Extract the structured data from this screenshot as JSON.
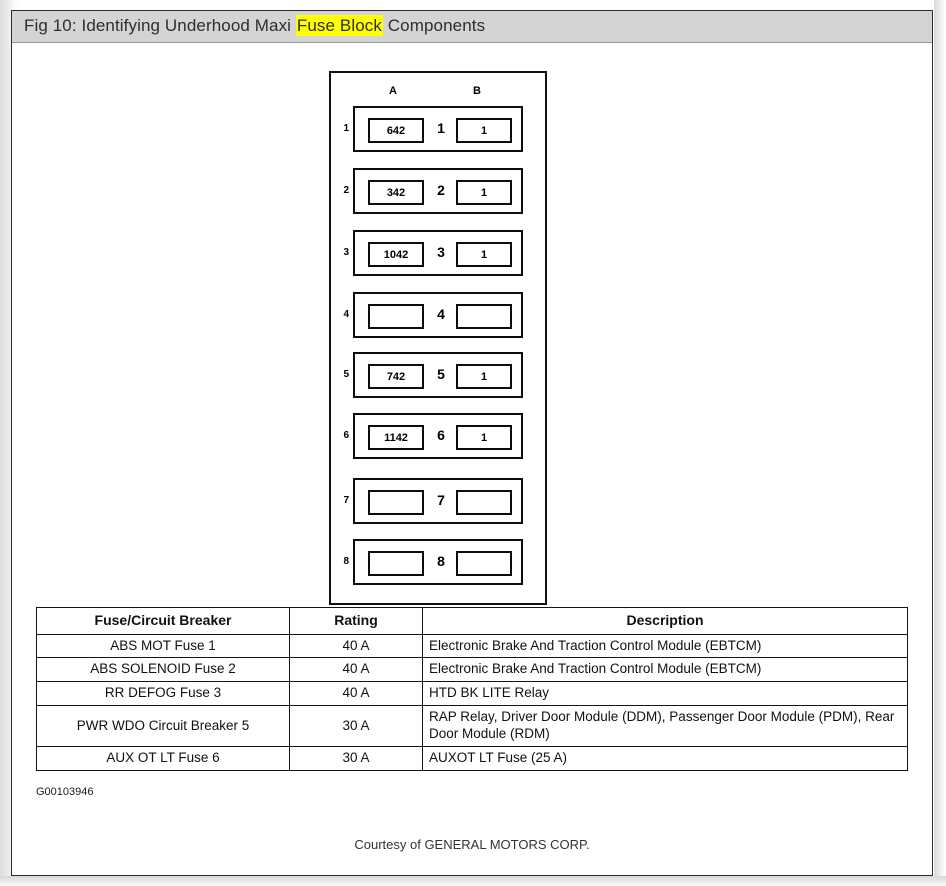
{
  "header": {
    "title_before": "Fig 10: Identifying Underhood Maxi ",
    "title_highlight": "Fuse Block",
    "title_after": " Components"
  },
  "diagram": {
    "column_headers": {
      "a": "A",
      "b": "B"
    },
    "rows": [
      {
        "index": "1",
        "slot_a": "642",
        "center": "1",
        "slot_b": "1"
      },
      {
        "index": "2",
        "slot_a": "342",
        "center": "2",
        "slot_b": "1"
      },
      {
        "index": "3",
        "slot_a": "1042",
        "center": "3",
        "slot_b": "1"
      },
      {
        "index": "4",
        "slot_a": "",
        "center": "4",
        "slot_b": ""
      },
      {
        "index": "5",
        "slot_a": "742",
        "center": "5",
        "slot_b": "1"
      },
      {
        "index": "6",
        "slot_a": "1142",
        "center": "6",
        "slot_b": "1"
      },
      {
        "index": "7",
        "slot_a": "",
        "center": "7",
        "slot_b": ""
      },
      {
        "index": "8",
        "slot_a": "",
        "center": "8",
        "slot_b": ""
      }
    ]
  },
  "table": {
    "columns": [
      "Fuse/Circuit Breaker",
      "Rating",
      "Description"
    ],
    "rows": [
      {
        "name": "ABS MOT Fuse 1",
        "rating": "40 A",
        "description": "Electronic Brake And Traction Control Module (EBTCM)"
      },
      {
        "name": "ABS SOLENOID Fuse 2",
        "rating": "40 A",
        "description": "Electronic Brake And Traction Control Module (EBTCM)"
      },
      {
        "name": "RR DEFOG Fuse 3",
        "rating": "40 A",
        "description": "HTD BK LITE Relay"
      },
      {
        "name": "PWR WDO Circuit Breaker 5",
        "rating": "30 A",
        "description": "RAP Relay, Driver Door Module (DDM), Passenger Door Module (PDM), Rear Door Module (RDM)"
      },
      {
        "name": "AUX OT LT Fuse 6",
        "rating": "30 A",
        "description": "AUXOT LT Fuse (25 A)"
      }
    ]
  },
  "image_code": "G00103946",
  "courtesy": "Courtesy of GENERAL MOTORS CORP.",
  "colors": {
    "header_bar": "#d4d4d4",
    "highlight": "#ffff00",
    "frame_border": "#2b2b2b",
    "page_background": "#ffffff"
  }
}
